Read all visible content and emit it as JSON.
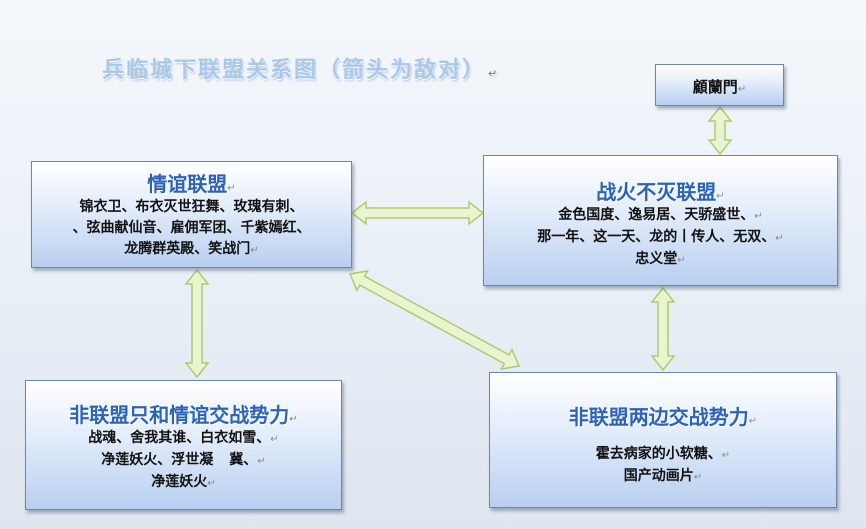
{
  "title": "兵临城下联盟关系图（箭头为敌对）",
  "paragraph_mark": "↵",
  "colors": {
    "title": "#a9c8ea",
    "box_heading": "#2d63b5",
    "arrow_fill": "#eaf5cf",
    "arrow_stroke": "#a8cd72"
  },
  "boxes": {
    "gulan": {
      "label": "顧蘭門"
    },
    "qingyi": {
      "heading": "情谊联盟",
      "lines": [
        "锦衣卫、布衣灭世狂舞、玫瑰有刺、",
        "、弦曲献仙音、雇佣军团、千紫嫣红、",
        "龙腾群英殿、笑战门"
      ]
    },
    "zhanhuo": {
      "heading": "战火不灭联盟",
      "lines": [
        "金色国度、逸易居、天骄盛世、",
        "那一年、这一天、龙的丨传人、无双、",
        "忠义堂"
      ]
    },
    "feilian1": {
      "heading": "非联盟只和情谊交战势力",
      "lines": [
        "战魂、舍我其谁、白衣如雪、",
        "净莲妖火、浮世凝",
        "冀、",
        "净莲妖火"
      ]
    },
    "feilian2": {
      "heading": "非联盟两边交战势力",
      "lines": [
        "霍去病家的小软糖、",
        "国产动画片"
      ]
    }
  }
}
